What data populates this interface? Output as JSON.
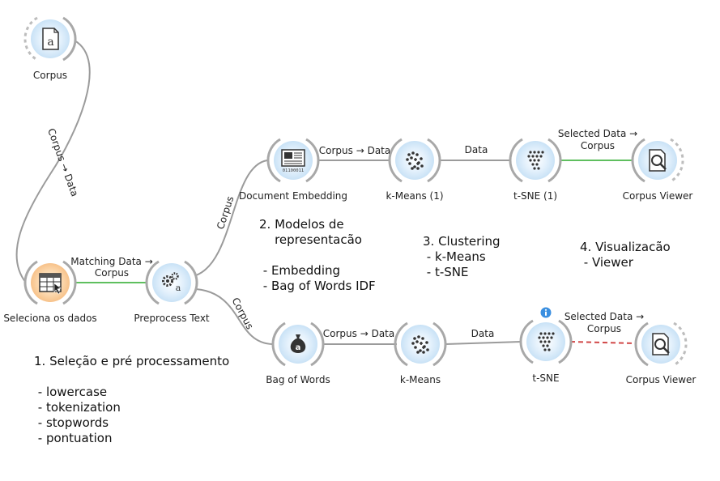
{
  "nodes": {
    "corpus": {
      "label": "Corpus"
    },
    "selecionaDados": {
      "label": "Seleciona os dados"
    },
    "preprocessText": {
      "label": "Preprocess Text"
    },
    "documentEmbedding": {
      "label": "Document Embedding",
      "icon_text": "01100011"
    },
    "kmeans1": {
      "label": "k-Means (1)"
    },
    "tsne1": {
      "label": "t-SNE (1)"
    },
    "corpusViewer1": {
      "label": "Corpus Viewer"
    },
    "bagOfWords": {
      "label": "Bag of Words"
    },
    "kmeans": {
      "label": "k-Means"
    },
    "tsne": {
      "label": "t-SNE"
    },
    "corpusViewer": {
      "label": "Corpus Viewer"
    }
  },
  "links": {
    "corpus_to_seleciona": {
      "label": "Corpus → Data"
    },
    "seleciona_to_preprocess": {
      "line1": "Matching Data →",
      "line2": "Corpus"
    },
    "preprocess_to_embedding": {
      "label": "Corpus"
    },
    "preprocess_to_bow": {
      "label": "Corpus"
    },
    "embedding_to_kmeans1": {
      "label": "Corpus → Data"
    },
    "kmeans1_to_tsne1": {
      "label": "Data"
    },
    "tsne1_to_viewer1": {
      "line1": "Selected Data →",
      "line2": "Corpus"
    },
    "bow_to_kmeans": {
      "label": "Corpus → Data"
    },
    "kmeans_to_tsne": {
      "label": "Data"
    },
    "tsne_to_viewer": {
      "line1": "Selected Data →",
      "line2": "Corpus"
    }
  },
  "notes": {
    "n1": "1. Seleção e pré processamento\n\n - lowercase\n - tokenization\n - stopwords\n - pontuation",
    "n2": "2. Modelos de\n    representacão\n\n - Embedding\n - Bag of Words IDF",
    "n3": "3. Clustering\n - k-Means\n - t-SNE",
    "n4": "4. Visualizacão\n - Viewer"
  },
  "icons": {
    "corpus": "document-a-icon",
    "selecionaDados": "table-select-icon",
    "preprocessText": "gears-a-icon",
    "documentEmbedding": "embedding-screen-icon",
    "bagOfWords": "money-bag-a-icon",
    "kmeans": "cluster-plus-icon",
    "tsne": "dot-grid-icon",
    "corpusViewer": "magnifier-document-icon",
    "info": "info-icon"
  },
  "colors": {
    "node_fill_blue": "#dceefb",
    "node_fill_orange": "#fcd3a4",
    "arc": "#a8a8a8",
    "link": "#9b9b9b",
    "active_link": "#5fbf5f",
    "pending_link": "#d14848",
    "info": "#3a8fe0"
  }
}
